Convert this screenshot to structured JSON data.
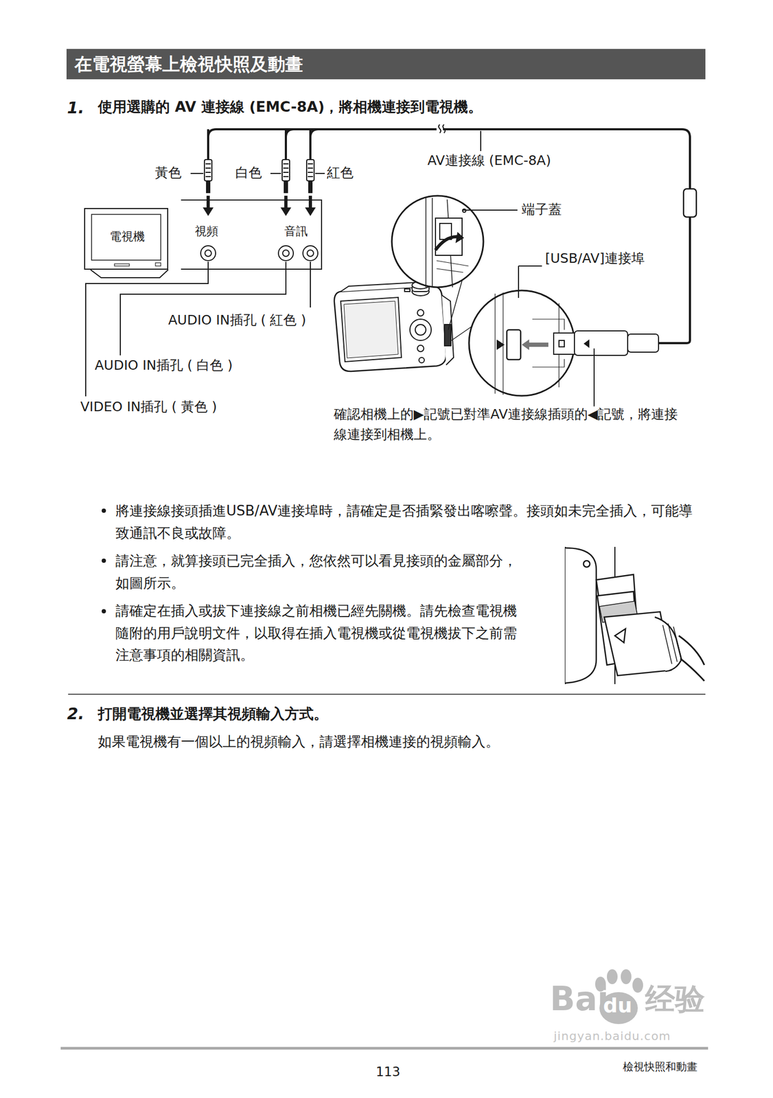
{
  "diagram": {
    "title": "在電視螢幕上檢視快照及動畫",
    "nodes": [
      {
        "text": [
          "電視機"
        ]
      },
      {
        "text": [
          "視頻",
          "音訊"
        ]
      }
    ],
    "labels": [
      "1.",
      "使用選購的 AV 連接線 (EMC-8A)，將相機連接到電視機。",
      "黃色",
      "白色",
      "紅色",
      "AV連接線 (EMC-8A)",
      "端子蓋",
      "[USB/AV]連接埠",
      "AUDIO IN插孔 ( 紅色 )",
      "AUDIO IN插孔 ( 白色 )",
      "VIDEO IN插孔 ( 黃色 )",
      "確認相機上的▶記號已對準AV連接線插頭的◀記號，將連接線連接到相機上。",
      "將連接線接頭插進USB/AV連接埠時，請確定是否插緊發出喀嚓聲。接頭如未完全插入，可能導致通訊不良或故障。",
      "請注意，就算接頭已完全插入，您依然可以看見接頭的金屬部分，如圖所示。",
      "請確定在插入或拔下連接線之前相機已經先關機。請先檢查電視機隨附的用戶說明文件，以取得在插入電視機或從電視機拔下之前需注意事項的相關資訊。",
      "2.",
      "打開電視機並選擇其視頻輸入方式。",
      "如果電視機有一個以上的視頻輸入，請選擇相機連接的視頻輸入。",
      "113",
      "檢視快照和動畫",
      "Bai",
      "du",
      "经验",
      "jingyan.baidu.com"
    ]
  }
}
